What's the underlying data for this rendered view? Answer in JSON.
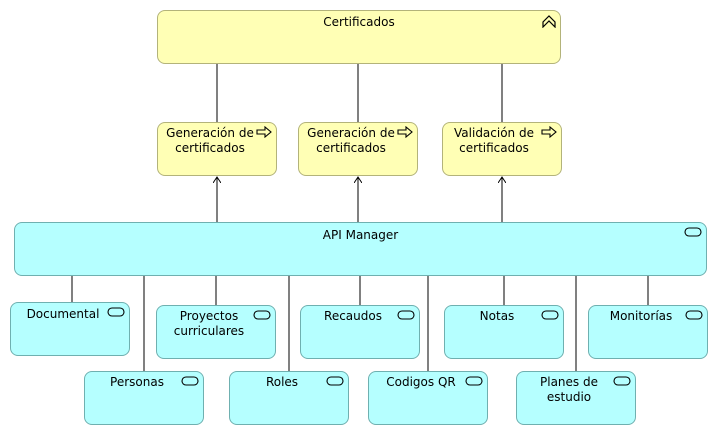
{
  "colors": {
    "business_fill": "#ffffb5",
    "business_border": "#b3b37a",
    "application_fill": "#b5ffff",
    "application_border": "#6fb0b0",
    "line": "#000000"
  },
  "business": {
    "service": {
      "label": "Certificados",
      "icon": "business-service-icon"
    },
    "processes": [
      {
        "label": "Generación de certificados",
        "icon": "process-arrow-icon"
      },
      {
        "label": "Generación de certificados",
        "icon": "process-arrow-icon"
      },
      {
        "label": "Validación de certificados",
        "icon": "process-arrow-icon"
      }
    ]
  },
  "application": {
    "api_manager": {
      "label": "API Manager",
      "icon": "application-service-icon"
    },
    "services_top": [
      {
        "label": "Documental"
      },
      {
        "label": "Proyectos curriculares"
      },
      {
        "label": "Recaudos"
      },
      {
        "label": "Notas"
      },
      {
        "label": "Monitorías"
      }
    ],
    "services_bottom": [
      {
        "label": "Personas"
      },
      {
        "label": "Roles"
      },
      {
        "label": "Codigos QR"
      },
      {
        "label": "Planes de estudio"
      }
    ]
  }
}
